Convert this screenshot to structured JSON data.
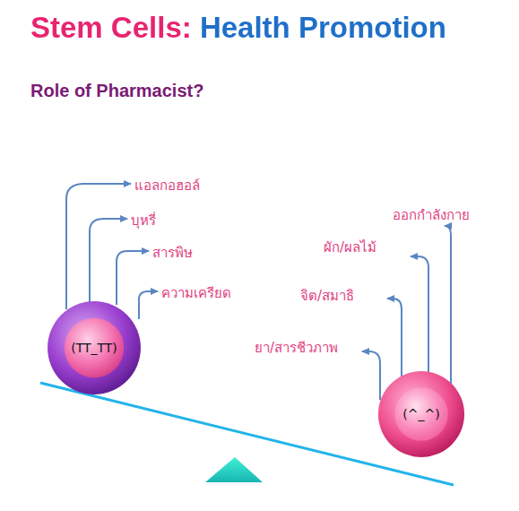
{
  "diagram": {
    "title": "Stem Cells: Health Promotion",
    "nodes": [
      {
        "text": [
          "(TT_TT)"
        ]
      },
      {
        "text": [
          "(^_^)"
        ]
      }
    ],
    "edges": [],
    "labels": [
      "Role of Pharmacist?",
      "แอลกอฮอล์",
      "บุหรี่",
      "สารพิษ",
      "ความเครียด",
      "ออกกำลังกาย",
      "ผัก/ผลไม้",
      "จิต/สมาธิ",
      "ยา/สารชีวภาพ"
    ]
  }
}
